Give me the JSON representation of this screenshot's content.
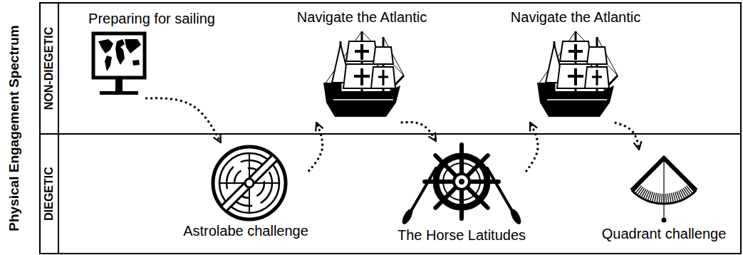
{
  "diagram": {
    "nodes": [
      {
        "text": [
          "NON-DIEGETIC"
        ]
      },
      {
        "text": [
          "Preparing for sailing"
        ],
        "in": 0
      },
      {
        "text": [
          "Navigate the Atlantic"
        ],
        "in": 0
      },
      {
        "text": [
          "Navigate the Atlantic"
        ],
        "in": 0
      },
      {
        "text": [
          "DIEGETIC"
        ]
      },
      {
        "text": [
          "Astrolabe challenge"
        ],
        "in": 4
      },
      {
        "text": [
          "The Horse Latitudes"
        ],
        "in": 4
      },
      {
        "text": [
          "Quadrant challenge"
        ],
        "in": 4
      }
    ],
    "edges": [
      {
        "from": 1,
        "to": 5,
        "arrow": "to"
      },
      {
        "from": 5,
        "to": 2,
        "arrow": "to"
      },
      {
        "from": 2,
        "to": 6,
        "arrow": "to"
      },
      {
        "from": 6,
        "to": 3,
        "arrow": "to"
      },
      {
        "from": 3,
        "to": 7,
        "arrow": "to"
      }
    ],
    "labels": [
      "Physical Engagement Spectrum"
    ]
  }
}
